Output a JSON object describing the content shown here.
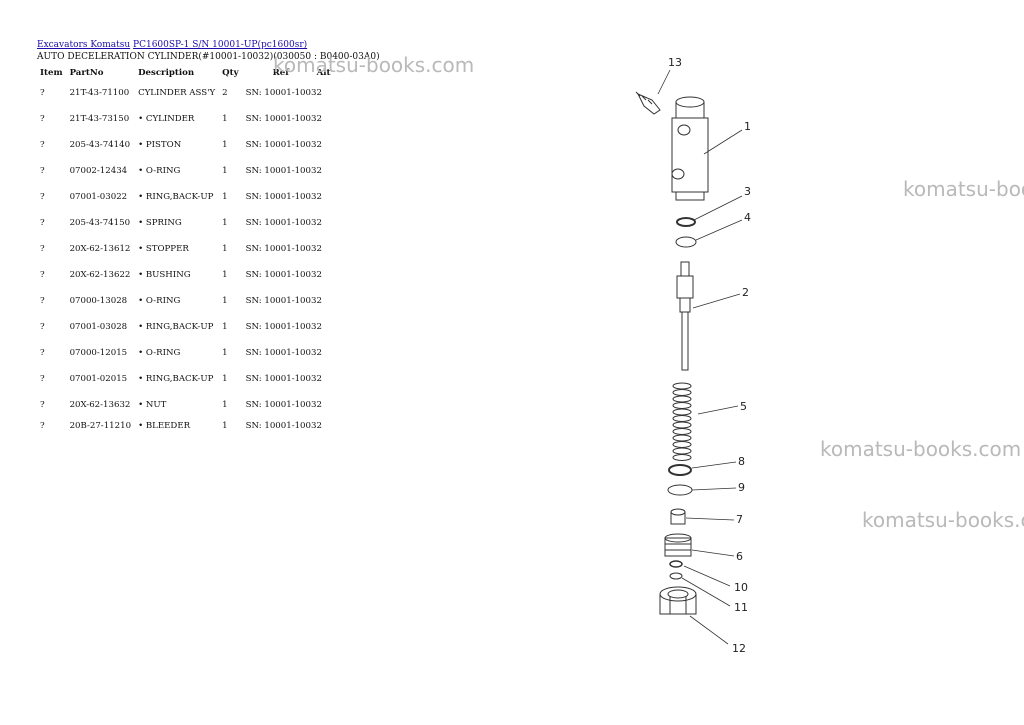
{
  "breadcrumb": {
    "link1": "Excavators Komatsu",
    "link2": "PC1600SP-1 S/N 10001-UP(pc1600sr)"
  },
  "subtitle": "AUTO DECELERATION CYLINDER(#10001-10032)(030050 : B0400-03A0)",
  "table": {
    "headers": [
      "Item",
      "PartNo",
      "Description",
      "Qty",
      "Ref",
      "Alt"
    ],
    "rows": [
      {
        "item": "?",
        "part": "21T-43-71100",
        "desc": "CYLINDER ASS'Y",
        "qty": "2",
        "ref": "SN: 10001-10032"
      },
      {
        "item": "?",
        "part": "21T-43-73150",
        "desc": "• CYLINDER",
        "qty": "1",
        "ref": "SN: 10001-10032"
      },
      {
        "item": "?",
        "part": "205-43-74140",
        "desc": "• PISTON",
        "qty": "1",
        "ref": "SN: 10001-10032"
      },
      {
        "item": "?",
        "part": "07002-12434",
        "desc": "• O-RING",
        "qty": "1",
        "ref": "SN: 10001-10032"
      },
      {
        "item": "?",
        "part": "07001-03022",
        "desc": "• RING,BACK-UP",
        "qty": "1",
        "ref": "SN: 10001-10032"
      },
      {
        "item": "?",
        "part": "205-43-74150",
        "desc": "• SPRING",
        "qty": "1",
        "ref": "SN: 10001-10032"
      },
      {
        "item": "?",
        "part": "20X-62-13612",
        "desc": "• STOPPER",
        "qty": "1",
        "ref": "SN: 10001-10032"
      },
      {
        "item": "?",
        "part": "20X-62-13622",
        "desc": "• BUSHING",
        "qty": "1",
        "ref": "SN: 10001-10032"
      },
      {
        "item": "?",
        "part": "07000-13028",
        "desc": "• O-RING",
        "qty": "1",
        "ref": "SN: 10001-10032"
      },
      {
        "item": "?",
        "part": "07001-03028",
        "desc": "• RING,BACK-UP",
        "qty": "1",
        "ref": "SN: 10001-10032"
      },
      {
        "item": "?",
        "part": "07000-12015",
        "desc": "• O-RING",
        "qty": "1",
        "ref": "SN: 10001-10032"
      },
      {
        "item": "?",
        "part": "07001-02015",
        "desc": "• RING,BACK-UP",
        "qty": "1",
        "ref": "SN: 10001-10032"
      },
      {
        "item": "?",
        "part": "20X-62-13632",
        "desc": "• NUT",
        "qty": "1",
        "ref": "SN: 10001-10032"
      },
      {
        "item": "?",
        "part": "20B-27-11210",
        "desc": "• BLEEDER",
        "qty": "1",
        "ref": "SN: 10001-10032"
      }
    ]
  },
  "watermark": "komatsu-books.com",
  "diagram": {
    "labels": [
      "13",
      "1",
      "3",
      "4",
      "2",
      "5",
      "8",
      "9",
      "7",
      "6",
      "10",
      "11",
      "12"
    ]
  }
}
